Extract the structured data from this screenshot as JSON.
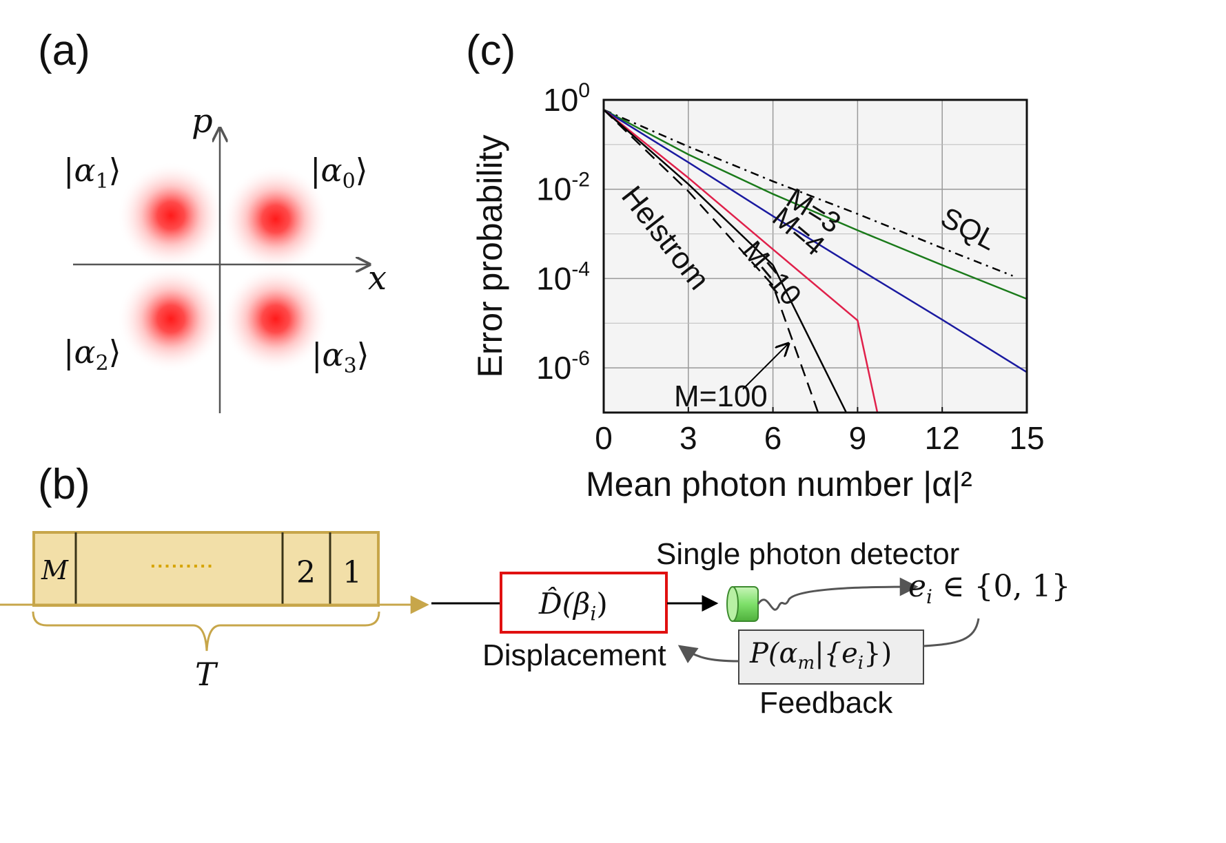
{
  "panels": {
    "a": {
      "label": "(a)"
    },
    "b": {
      "label": "(b)"
    },
    "c": {
      "label": "(c)"
    }
  },
  "phase_space": {
    "x_axis": "x",
    "p_axis": "p",
    "states": [
      {
        "symbol": "α",
        "index": "0"
      },
      {
        "symbol": "α",
        "index": "1"
      },
      {
        "symbol": "α",
        "index": "2"
      },
      {
        "symbol": "α",
        "index": "3"
      }
    ]
  },
  "pulse": {
    "cells": [
      "M",
      "·········",
      "2",
      "1"
    ],
    "duration_label": "T"
  },
  "setup": {
    "detector_label": "Single photon detector",
    "displacement_op": "D̂(β",
    "displacement_op_index": "i",
    "displacement_op_close": ")",
    "displacement_label": "Displacement",
    "outcome": "e",
    "outcome_index": "i",
    "outcome_set": " ∈ {0, 1}",
    "feedback_expr": "P(α",
    "feedback_expr_index": "m",
    "feedback_expr_mid": "|{e",
    "feedback_expr_index2": "i",
    "feedback_expr_close": "})",
    "feedback_label": "Feedback"
  },
  "colors": {
    "gaussian": "#ff1a1a",
    "pulse_fill": "#f2dfa8",
    "pulse_border": "#a08a3c",
    "displacement_box": "#e01010",
    "detector": "#7ee06a",
    "m3": "#1a7a1a",
    "m4": "#1a1aa0",
    "m10": "#e0204a",
    "m100": "#000000"
  },
  "chart_data": {
    "type": "line",
    "xlabel": "Mean photon number |α|²",
    "ylabel": "Error probability",
    "xlim": [
      0,
      15
    ],
    "ylim": [
      1e-07,
      1
    ],
    "yscale": "log",
    "x_ticks": [
      "0",
      "3",
      "6",
      "9",
      "12",
      "15"
    ],
    "y_ticks": [
      {
        "base": "10",
        "exp": "0",
        "value": 1
      },
      {
        "base": "10",
        "exp": "-2",
        "value": 0.01
      },
      {
        "base": "10",
        "exp": "-4",
        "value": 0.0001
      },
      {
        "base": "10",
        "exp": "-6",
        "value": 1e-06
      }
    ],
    "grid": true,
    "series": [
      {
        "name": "SQL",
        "style": "dashdot",
        "color": "#000000",
        "x": [
          0,
          3,
          6,
          9,
          12,
          14.5
        ],
        "y": [
          0.6,
          0.09,
          0.015,
          0.0028,
          0.00048,
          0.000115
        ]
      },
      {
        "name": "M=3",
        "style": "solid",
        "color": "#1a7a1a",
        "x": [
          0,
          3,
          6,
          9,
          12,
          15
        ],
        "y": [
          0.6,
          0.06,
          0.0078,
          0.0012,
          0.0002,
          3.5e-05
        ]
      },
      {
        "name": "M=4",
        "style": "solid",
        "color": "#1a1aa0",
        "x": [
          0,
          3,
          6,
          9,
          12,
          15
        ],
        "y": [
          0.6,
          0.04,
          0.0025,
          0.00017,
          1.2e-05,
          8e-07
        ]
      },
      {
        "name": "M=10",
        "style": "solid",
        "color": "#e0204a",
        "x": [
          0,
          3,
          6,
          9,
          9.7
        ],
        "y": [
          0.6,
          0.018,
          0.00045,
          1.15e-05,
          1e-07
        ]
      },
      {
        "name": "M=100",
        "style": "solid",
        "color": "#000000",
        "x": [
          0,
          3,
          6,
          8.6
        ],
        "y": [
          0.6,
          0.013,
          0.0002,
          1e-07
        ]
      },
      {
        "name": "Helstrom",
        "style": "dashed",
        "color": "#000000",
        "x": [
          0,
          3,
          6,
          7.6
        ],
        "y": [
          0.6,
          0.009,
          7e-05,
          1e-07
        ]
      }
    ]
  }
}
